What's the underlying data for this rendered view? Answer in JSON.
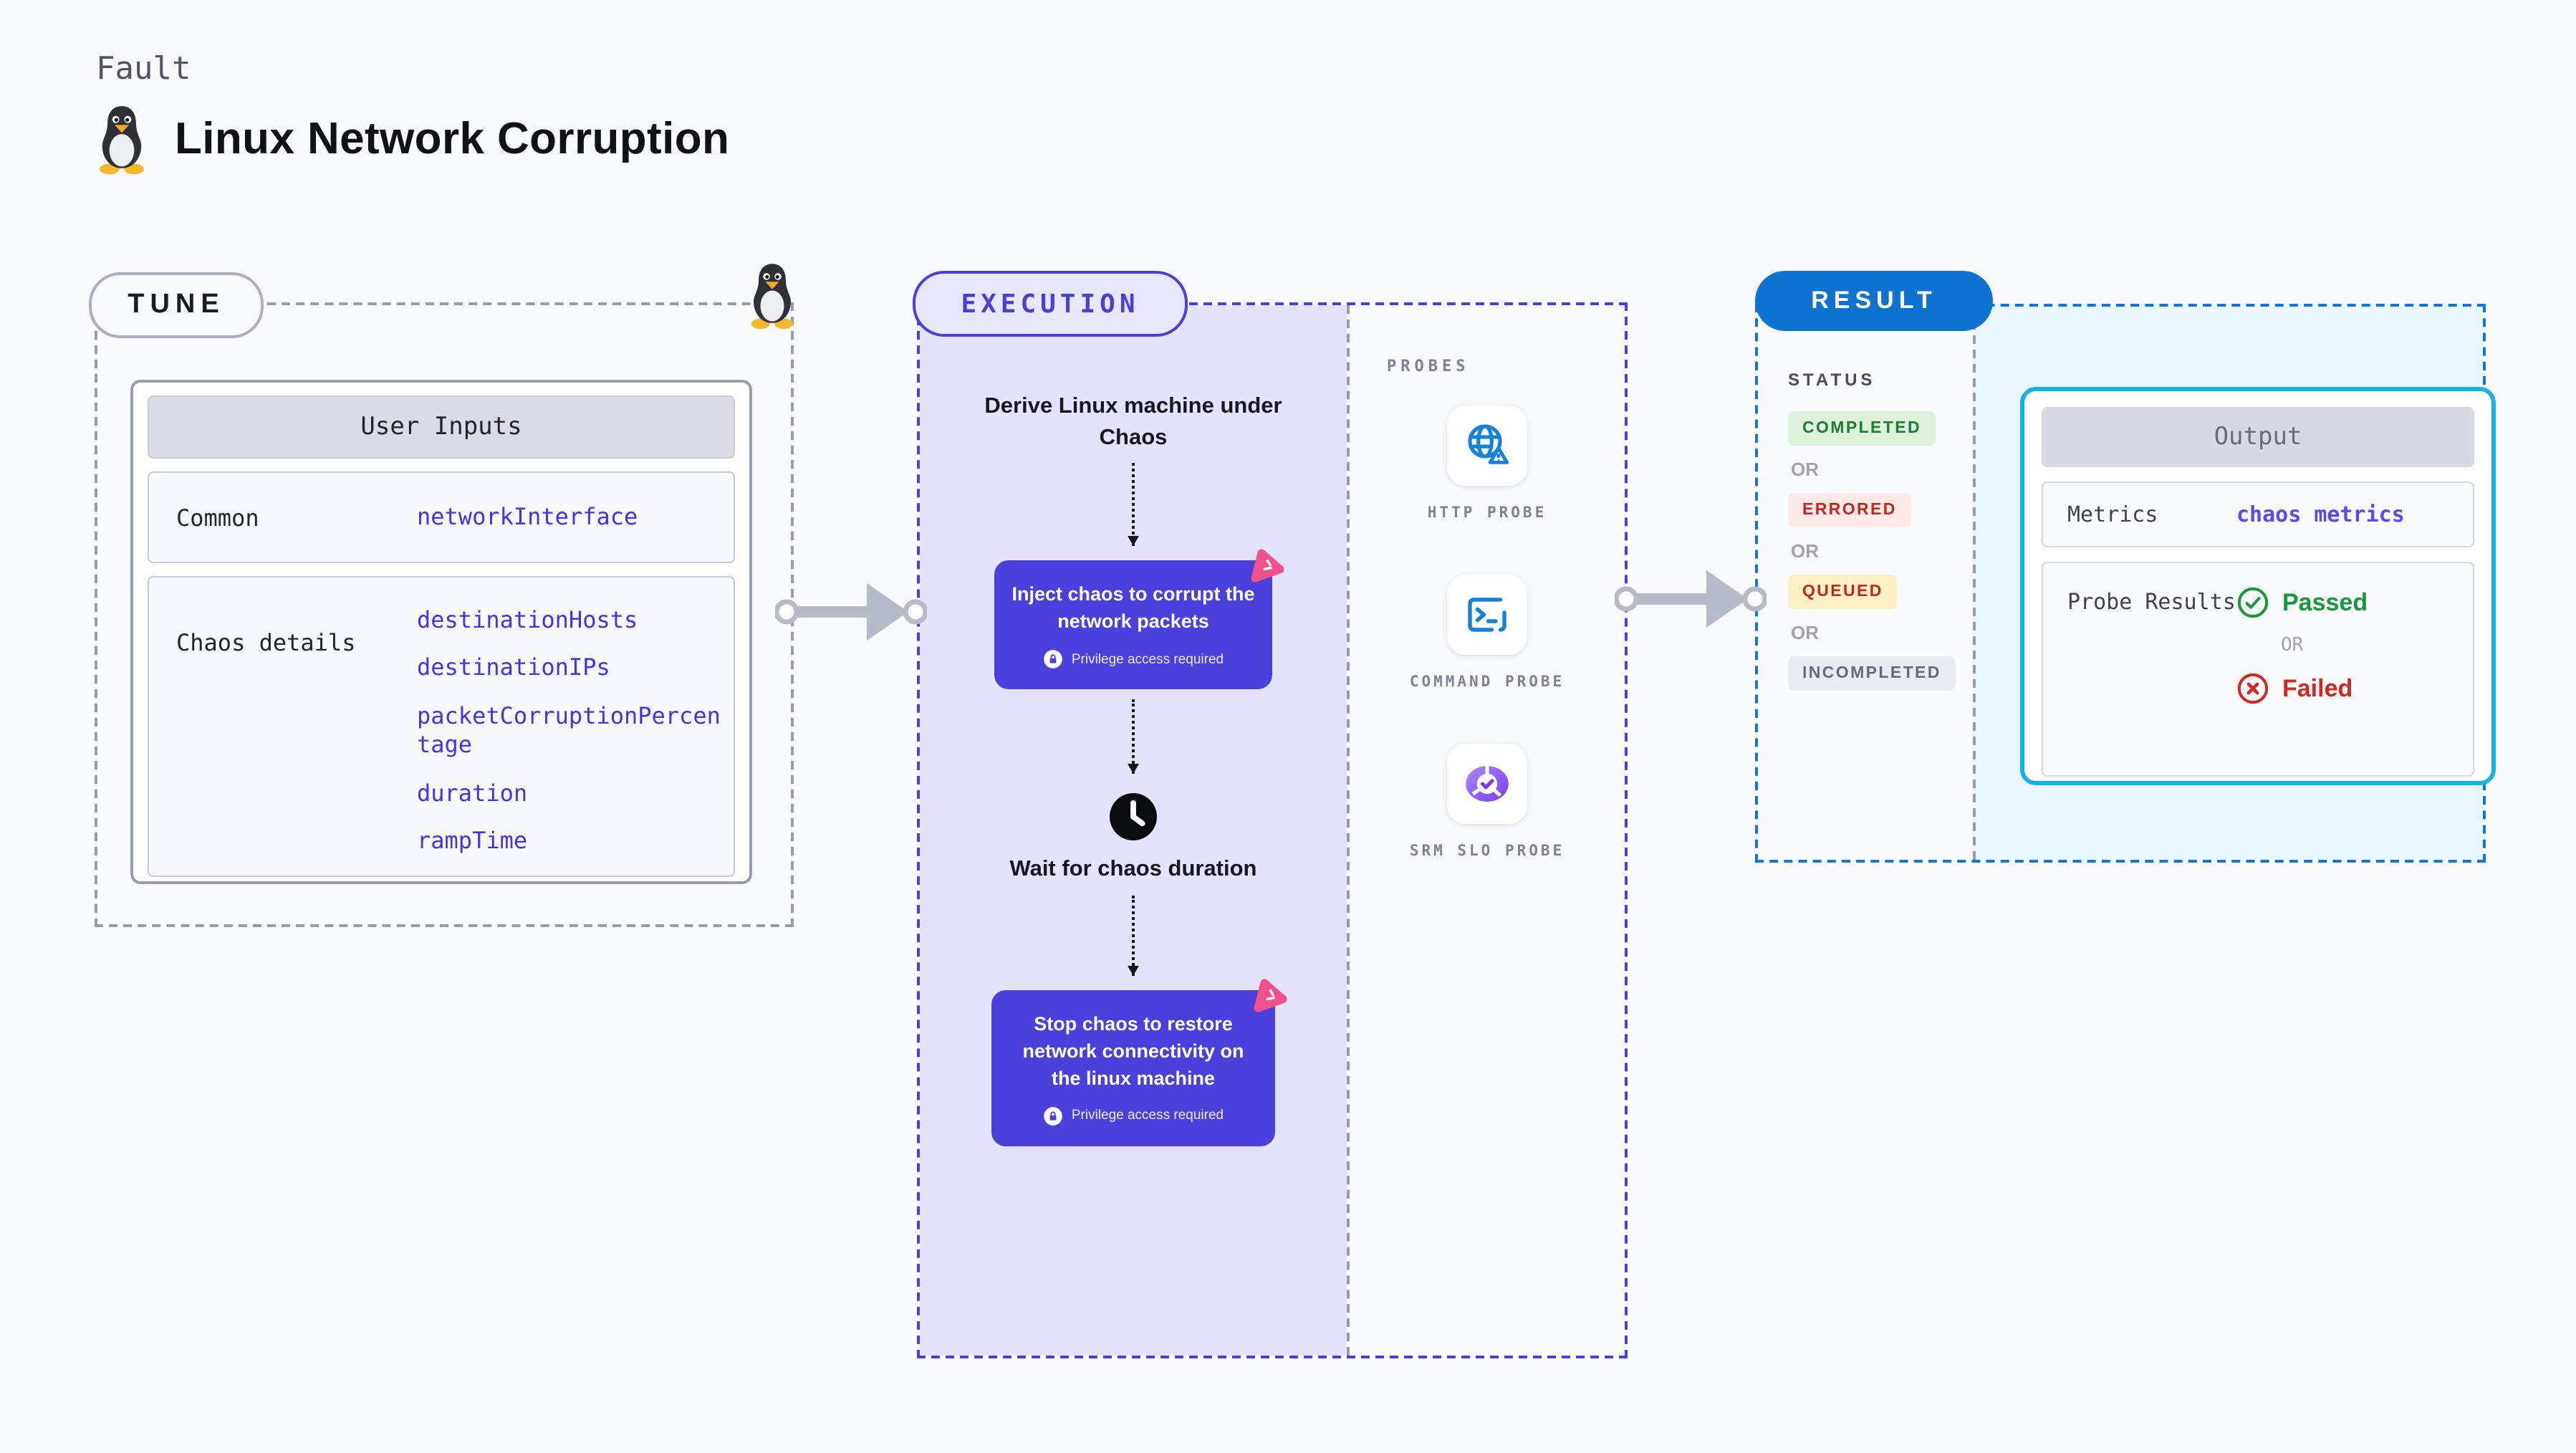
{
  "page": {
    "kicker": "Fault",
    "title": "Linux Network Corruption",
    "icon": "linux-penguin-icon"
  },
  "tune": {
    "label": "TUNE",
    "corner_icon": "linux-penguin-icon",
    "table_header": "User Inputs",
    "rows": [
      {
        "label": "Common",
        "values": [
          "networkInterface"
        ]
      },
      {
        "label": "Chaos details",
        "values": [
          "destinationHosts",
          "destinationIPs",
          "packetCorruptionPercentage",
          "duration",
          "rampTime"
        ]
      }
    ]
  },
  "execution": {
    "label": "EXECUTION",
    "steps": {
      "derive": "Derive Linux machine under Chaos",
      "inject": {
        "title": "Inject chaos to corrupt the network packets",
        "privilege": "Privilege access required",
        "badge_icon": "harness-chaos-icon",
        "lock_icon": "lock-icon"
      },
      "wait": {
        "title": "Wait for chaos duration",
        "icon": "clock-icon"
      },
      "stop": {
        "title": "Stop chaos to restore network connectivity on the linux machine",
        "privilege": "Privilege access required",
        "badge_icon": "harness-chaos-icon",
        "lock_icon": "lock-icon"
      }
    },
    "probes": {
      "label": "PROBES",
      "items": [
        {
          "name": "HTTP PROBE",
          "icon": "globe-alert-icon"
        },
        {
          "name": "COMMAND PROBE",
          "icon": "terminal-icon"
        },
        {
          "name": "SRM SLO PROBE",
          "icon": "slo-donut-icon"
        }
      ]
    }
  },
  "result": {
    "label": "RESULT",
    "status_heading": "STATUS",
    "or_label": "OR",
    "statuses": [
      {
        "text": "COMPLETED",
        "kind": "completed"
      },
      {
        "text": "ERRORED",
        "kind": "errored"
      },
      {
        "text": "QUEUED",
        "kind": "queued"
      },
      {
        "text": "INCOMPLETED",
        "kind": "incompleted"
      }
    ],
    "output": {
      "header": "Output",
      "metrics_label": "Metrics",
      "metrics_value": "chaos metrics",
      "probe_results_label": "Probe Results",
      "passed": "Passed",
      "failed": "Failed",
      "passed_icon": "check-circle-icon",
      "failed_icon": "x-circle-icon"
    }
  },
  "colors": {
    "page_bg": "#fafbfe",
    "indigo_accent": "#4a3fdc",
    "chaos_card": "#4c40dd",
    "code_blue": "#4334e4",
    "result_blue": "#0e72d0",
    "output_border_cyan": "#18b2e2",
    "output_bg_cyan": "#e8f6fd",
    "success_green": "#1b7e33",
    "error_red": "#c2271f",
    "queued_bg": "#fdf2c5",
    "harness_pink": "#f0508c",
    "probe_icon_blue": "#1283d8",
    "srm_purple": "#7c3aed",
    "arrow_gray": "#b7bbc7"
  }
}
